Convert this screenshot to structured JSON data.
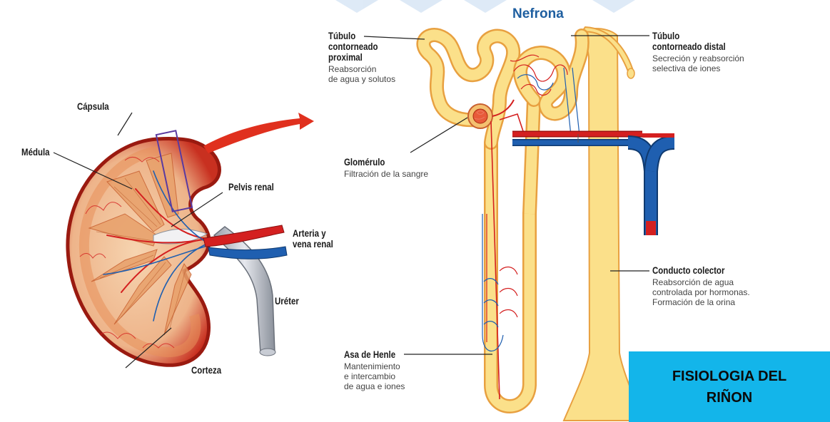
{
  "title": "Nefrona",
  "banner": "FISIOLOGIA DEL RIÑON",
  "kidney_labels": {
    "capsula": "Cápsula",
    "medula": "Médula",
    "pelvis": "Pelvis renal",
    "arteria_1": "Arteria y",
    "arteria_2": "vena renal",
    "ureter": "Uréter",
    "corteza": "Corteza"
  },
  "nephron_labels": {
    "proximal": {
      "t1": "Túbulo",
      "t2": "contorneado",
      "t3": "proximal",
      "d1": "Reabsorción",
      "d2": "de agua y solutos"
    },
    "distal": {
      "t1": "Túbulo",
      "t2": "contorneado distal",
      "d1": "Secreción y reabsorción",
      "d2": "selectiva de iones"
    },
    "glomerulo": {
      "t1": "Glomérulo",
      "d1": "Filtración de la sangre"
    },
    "colector": {
      "t1": "Conducto colector",
      "d1": "Reabsorción de agua",
      "d2": "controlada por hormonas.",
      "d3": "Formación de la orina"
    },
    "henle": {
      "t1": "Asa de Henle",
      "d1": "Mantenimiento",
      "d2": "e intercambio",
      "d3": "de agua e iones"
    }
  },
  "colors": {
    "tubule": "#fbe08a",
    "tubule_edge": "#e8a040",
    "artery": "#d42020",
    "vein": "#1f5fb0",
    "banner": "#13b5ea"
  }
}
